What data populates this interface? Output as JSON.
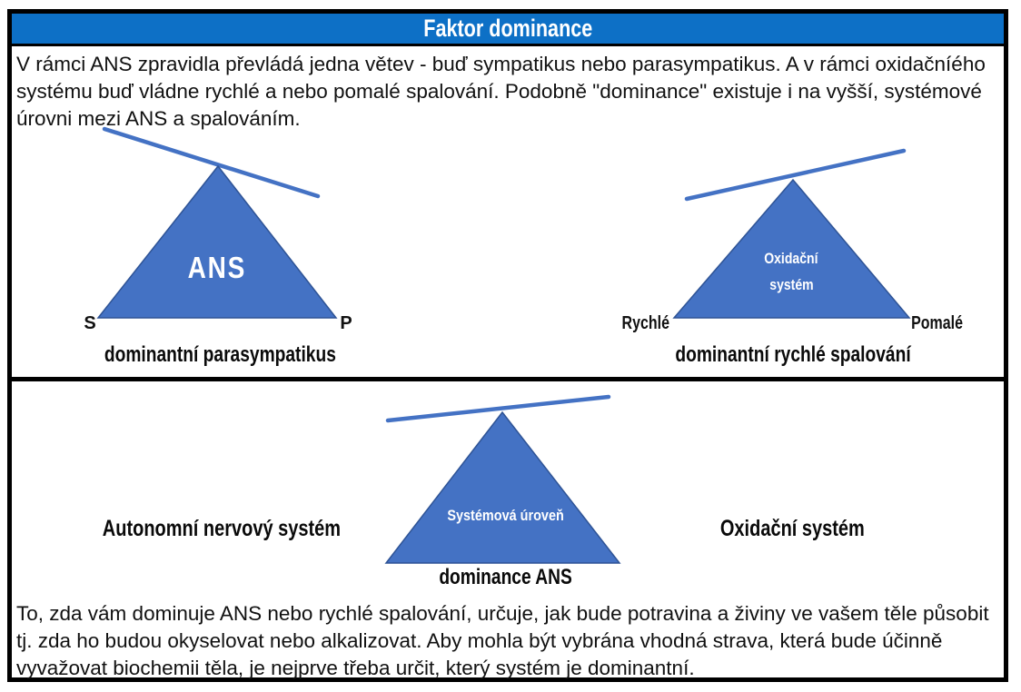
{
  "header": {
    "title": "Faktor dominance"
  },
  "intro": {
    "text": "V rámci ANS zpravidla převládá jedna větev - buď sympatikus nebo parasympatikus. A v rámci oxidačníého systému buď vládne rychlé a nebo pomalé spalování. Podobně \"dominance\" existuje i na vyšší, systémové úrovni mezi ANS a spalováním."
  },
  "diagrams": {
    "ans": {
      "triangle_label": "ANS",
      "left_corner": "S",
      "right_corner": "P",
      "caption": "dominantní parasympatikus",
      "beam_tilt": "down-to-right"
    },
    "oxidative": {
      "triangle_label_line1": "Oxidační",
      "triangle_label_line2": "systém",
      "left_corner": "Rychlé",
      "right_corner": "Pomalé",
      "caption": "dominantní rychlé spalování",
      "beam_tilt": "down-to-left"
    },
    "system": {
      "triangle_label": "Systémová úroveň",
      "left_label": "Autonomní nervový systém",
      "right_label": "Oxidační systém",
      "caption": "dominance ANS",
      "beam_tilt": "down-to-left"
    }
  },
  "outro": {
    "text": "To, zda vám dominuje ANS nebo rychlé spalování, určuje, jak bude potravina a živiny ve vašem těle působit tj. zda ho budou okyselovat nebo alkalizovat. Aby mohla být vybrána vhodná strava,  která bude účinně vyvažovat biochemii těla, je nejprve třeba určit, který systém je dominantní."
  },
  "colors": {
    "header_bar": "#0d70c6",
    "title_text": "#ffffff",
    "triangle_fill": "#4472c4",
    "triangle_edge": "#2e5395",
    "beam": "#4472c4",
    "border": "#000000",
    "body_text": "#111111"
  }
}
